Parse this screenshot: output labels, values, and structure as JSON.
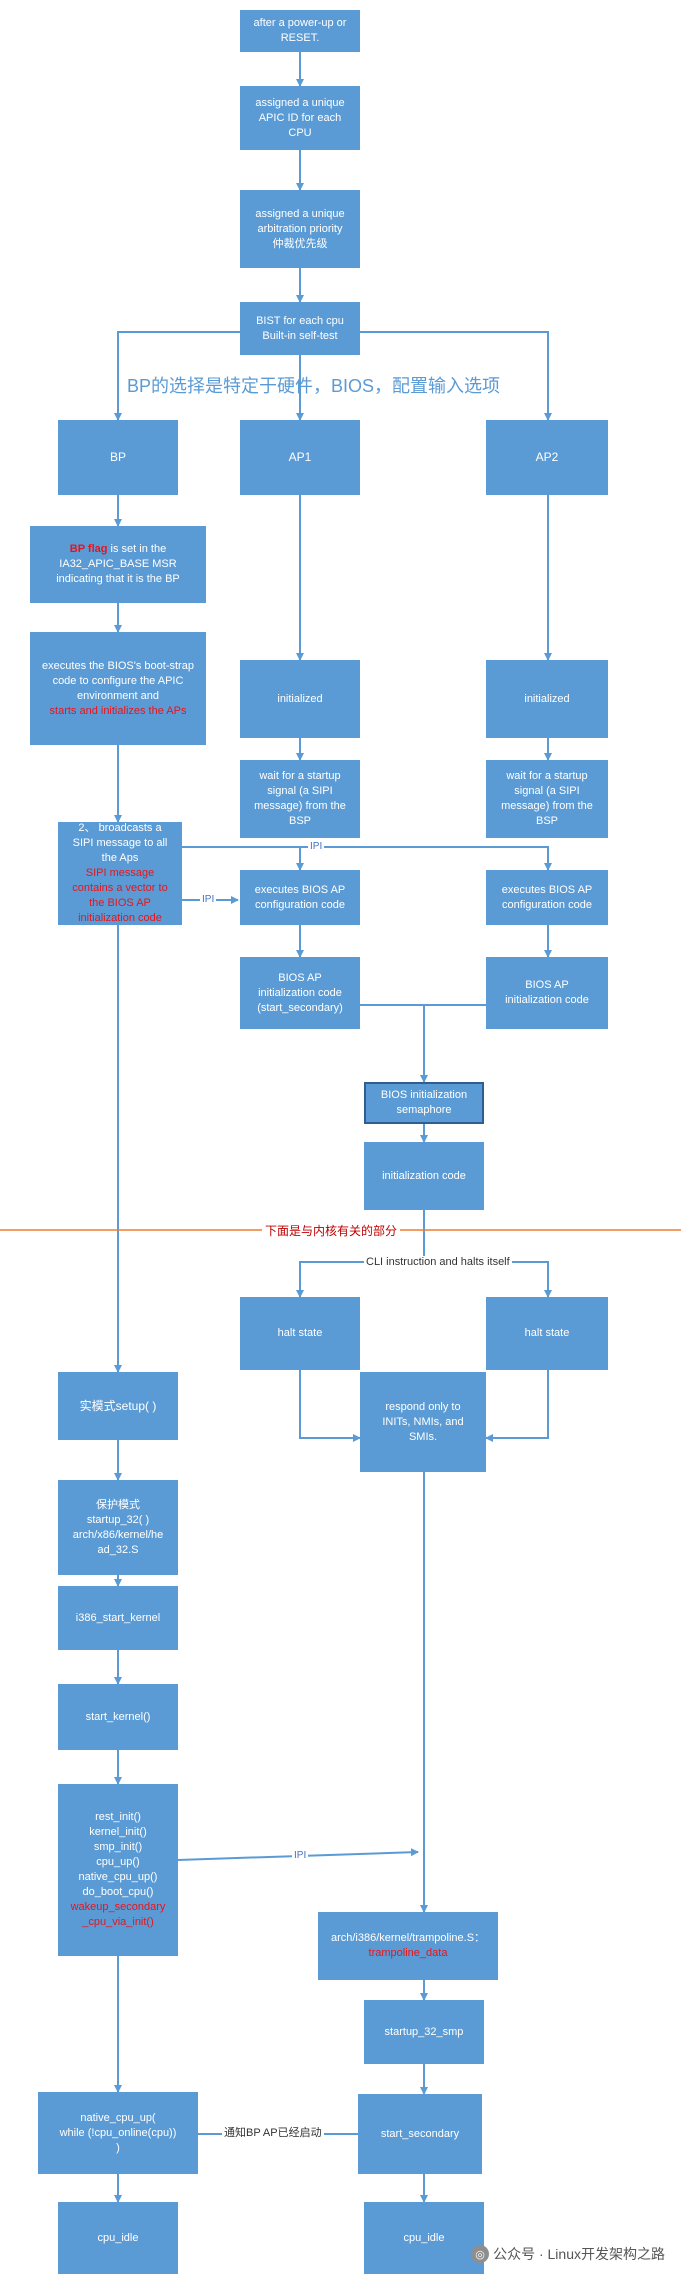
{
  "heading": "BP的选择是特定于硬件，BIOS，配置输入选项",
  "section_divider": "下面是与内核有关的部分",
  "nodes": {
    "power_up": "after a power-up or RESET.",
    "apic_id": [
      "assigned a unique",
      "APIC ID for each",
      "CPU"
    ],
    "arbitration": [
      "assigned a unique",
      "arbitration priority",
      "仲裁优先级"
    ],
    "bist": [
      "BIST for each cpu",
      "Built-in self-test"
    ],
    "bp": "BP",
    "ap1": "AP1",
    "ap2": "AP2",
    "bp_flag": {
      "highlight": "BP flag",
      "rest1": " is set in the",
      "line2": "IA32_APIC_BASE MSR",
      "line3": "indicating that it is the BP"
    },
    "bootstrap": {
      "lines": [
        "executes the BIOS's boot-strap",
        "code to configure the APIC",
        "environment and"
      ],
      "red": "starts and initializes the APs"
    },
    "ap1_init": "initialized",
    "ap2_init": "initialized",
    "ap1_wait": [
      "wait for a startup",
      "signal (a SIPI",
      "message) from the",
      "BSP"
    ],
    "ap2_wait": [
      "wait for a startup",
      "signal (a SIPI",
      "message) from the",
      "BSP"
    ],
    "broadcast": {
      "lines": [
        "2、 broadcasts a",
        "SIPI message to all",
        "the Aps"
      ],
      "red": [
        "SIPI message",
        "contains a vector to",
        "the BIOS AP",
        "initialization code"
      ]
    },
    "ap1_exec": [
      "executes BIOS AP",
      "configuration code"
    ],
    "ap2_exec": [
      "executes BIOS AP",
      "configuration code"
    ],
    "ap1_bios_init": [
      "BIOS AP",
      "initialization code",
      "(start_secondary)"
    ],
    "ap2_bios_init": [
      "BIOS AP",
      "initialization code"
    ],
    "semaphore": [
      "BIOS initialization",
      "semaphore"
    ],
    "init_code": "initialization code",
    "halt1": "halt state",
    "halt2": "halt state",
    "respond": [
      "respond only to",
      "INITs, NMIs, and",
      "SMIs."
    ],
    "setup": "实模式setup( )",
    "protected": [
      "保护模式",
      "startup_32( )",
      "arch/x86/kernel/he",
      "ad_32.S"
    ],
    "i386_start": "i386_start_kernel",
    "start_kernel": "start_kernel()",
    "rest_init": {
      "lines": [
        "rest_init()",
        "kernel_init()",
        "smp_init()",
        "cpu_up()",
        "native_cpu_up()",
        "do_boot_cpu()"
      ],
      "red": [
        "wakeup_secondary",
        "_cpu_via_init()"
      ]
    },
    "trampoline": {
      "line": "arch/i386/kernel/trampoline.S：",
      "red": "trampoline_data"
    },
    "startup_smp": "startup_32_smp",
    "start_secondary": "start_secondary",
    "native_cpu_up": [
      "native_cpu_up(",
      "while (!cpu_online(cpu))",
      ")"
    ],
    "cpu_idle_left": "cpu_idle",
    "cpu_idle_right": "cpu_idle"
  },
  "edge_labels": {
    "ipi_top": "IPI",
    "ipi_mid": "IPI",
    "ipi_low": "IPI",
    "cli": "CLI instruction and halts itself",
    "notify": "通知BP AP已经启动"
  },
  "watermark": {
    "logo": "◎",
    "text": "公众号 · Linux开发架构之路"
  },
  "colors": {
    "box": "#5b9bd5",
    "line": "#5b9bd5",
    "divider": "#ed7d31",
    "red": "#e8141b"
  }
}
